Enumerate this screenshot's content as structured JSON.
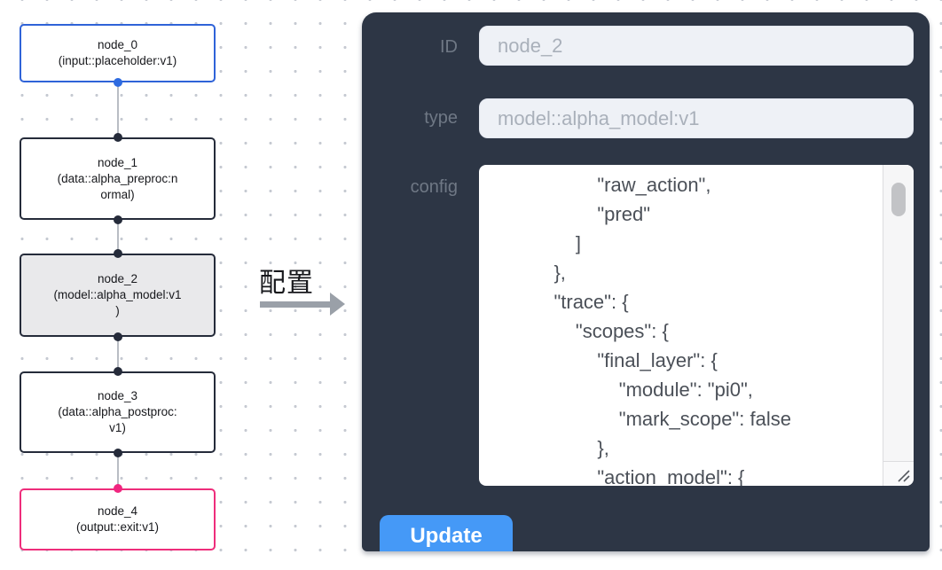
{
  "canvas": {
    "nodes": [
      {
        "name": "node_0",
        "subtitle": "(input::placeholder:v1)",
        "role": "input",
        "accent": "#2f63d8"
      },
      {
        "name": "node_1",
        "subtitle": "(data::alpha_preproc:n\normal)",
        "role": "data",
        "accent": "#252b3a"
      },
      {
        "name": "node_2",
        "subtitle": "(model::alpha_model:v1\n)",
        "role": "model",
        "accent": "#252b3a",
        "selected": true,
        "selected_fill": "#e9e9eb"
      },
      {
        "name": "node_3",
        "subtitle": "(data::alpha_postproc:\nv1)",
        "role": "data",
        "accent": "#252b3a"
      },
      {
        "name": "node_4",
        "subtitle": "(output::exit:v1)",
        "role": "output",
        "accent": "#ee2d7b"
      }
    ]
  },
  "transition": {
    "label": "配置",
    "arrow_color": "#9aa0a8"
  },
  "panel": {
    "background": "#2d3645",
    "fields": {
      "id": {
        "label": "ID",
        "value": "node_2"
      },
      "type": {
        "label": "type",
        "value": "model::alpha_model:v1"
      },
      "config": {
        "label": "config",
        "visible_text": "            \"raw_action\",\n            \"pred\"\n        ]\n    },\n    \"trace\": {\n        \"scopes\": {\n            \"final_layer\": {\n                \"module\": \"pi0\",\n                \"mark_scope\": false\n            },\n            \"action_model\": {"
      }
    },
    "update_button": {
      "label": "Update",
      "color": "#4599f7"
    }
  }
}
